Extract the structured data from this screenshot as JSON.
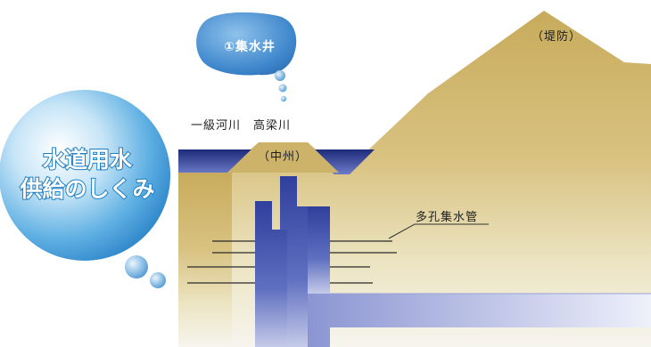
{
  "title": {
    "line1": "水道用水",
    "line2": "供給のしくみ"
  },
  "labels": {
    "well": "①集水井",
    "river": "一級河川　高梁川",
    "sandbar": "（中州）",
    "pipe": "多孔集水管",
    "levee": "（堤防）"
  },
  "colors": {
    "ground_sand": "#cdb36a",
    "ground_light": "#f3f1e6",
    "river_blue": "#2b3b8c",
    "well_blue": "#3a4ba8",
    "pipe_light": "#c9cde8",
    "bubble_blue": "#3c96d4",
    "cloud_blue": "#4a8fd0"
  }
}
